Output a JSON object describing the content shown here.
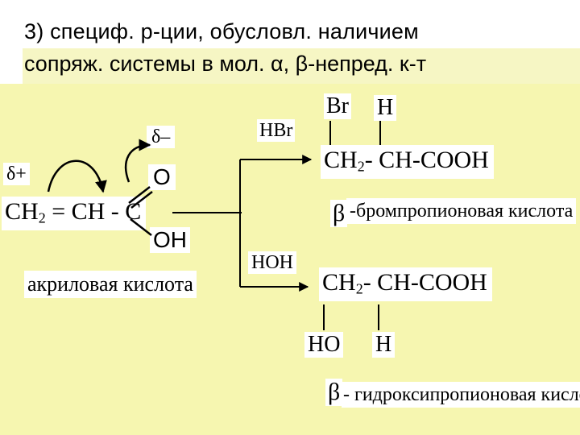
{
  "header": {
    "line1": "3) специф. р-ции, обусловл. наличием",
    "line2": "сопряж. системы в мол. α, β-непред. к-т"
  },
  "reactant": {
    "delta_plus": "δ+",
    "delta_minus": "δ–",
    "ch2": "CH",
    "ch2_sub": "2",
    "rest": " = CH - ",
    "carbon": "C",
    "oxygen": "O",
    "hydroxyl": "OH",
    "name": "акриловая кислота"
  },
  "reagent_top": "HBr",
  "reagent_bottom": "HOH",
  "product_top": {
    "br": "Br",
    "h": "H",
    "ch2": "CH",
    "ch2_sub": "2",
    "rest": "- CH-COOH",
    "beta": "β",
    "name": "-бромпропионовая кислота"
  },
  "product_bottom": {
    "ch2": "CH",
    "ch2_sub": "2",
    "rest": "- CH-COOH",
    "ho": "HO",
    "h": "H",
    "beta": "β",
    "name": "- гидроксипропионовая кислота"
  }
}
